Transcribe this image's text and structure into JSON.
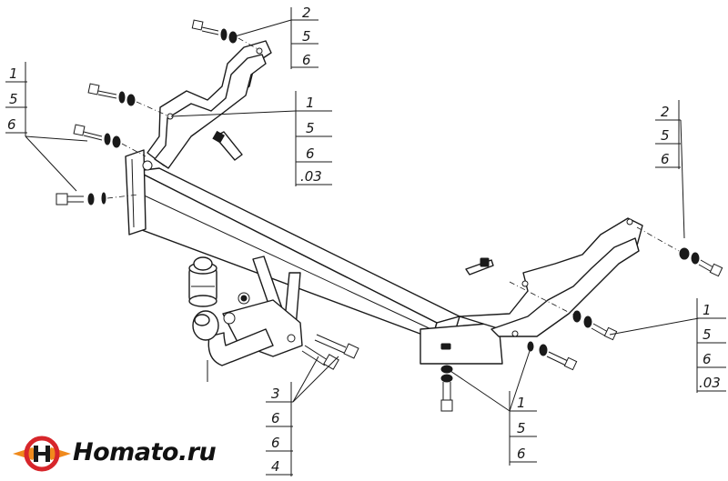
{
  "callouts": [
    {
      "id": "c-top",
      "lines": [
        "2",
        "5",
        "6"
      ]
    },
    {
      "id": "c-left",
      "lines": [
        "1",
        "5",
        "6"
      ]
    },
    {
      "id": "c-mid",
      "lines": [
        "1",
        "5",
        "6",
        ".03"
      ]
    },
    {
      "id": "c-right-top",
      "lines": [
        "2",
        "5",
        "6"
      ]
    },
    {
      "id": "c-right-mid",
      "lines": [
        "1",
        "5",
        "6",
        ".03"
      ]
    },
    {
      "id": "c-bottom-left",
      "lines": [
        "3",
        "6",
        "6",
        "4"
      ]
    },
    {
      "id": "c-bottom-mid",
      "lines": [
        "1",
        "5",
        "6"
      ]
    }
  ],
  "logo": {
    "text": "Homato.ru",
    "colors": {
      "red": "#d7262b",
      "orange": "#f08a1c",
      "dark": "#1a1a1a"
    }
  }
}
